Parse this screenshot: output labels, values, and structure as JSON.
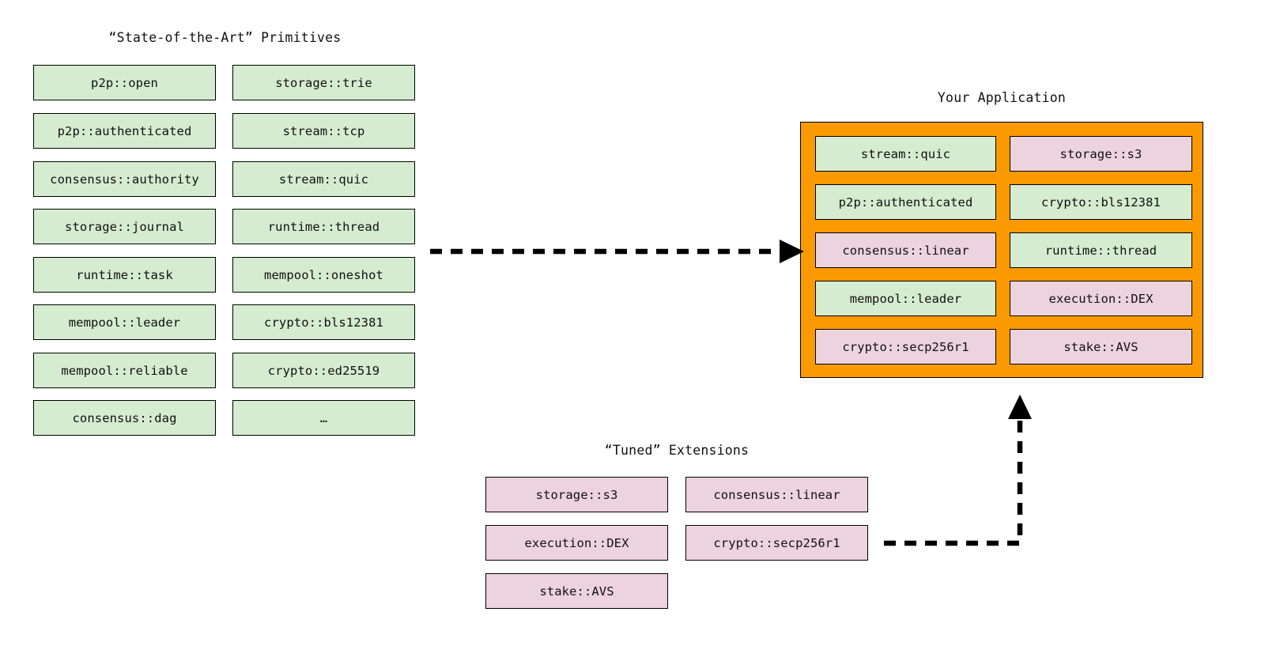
{
  "diagram": {
    "title_primitives": "“State-of-the-Art” Primitives",
    "title_application": "Your Application",
    "title_extensions": "“Tuned” Extensions",
    "colors": {
      "primitive_fill": "#d5ecd0",
      "extension_fill": "#ecd3de",
      "application_frame": "#fb9a00",
      "outline": "#000000",
      "background": "#ffffff"
    }
  },
  "primitives": {
    "column1": [
      {
        "label": "p2p::open",
        "kind": "primitive"
      },
      {
        "label": "p2p::authenticated",
        "kind": "primitive"
      },
      {
        "label": "consensus::authority",
        "kind": "primitive"
      },
      {
        "label": "storage::journal",
        "kind": "primitive"
      },
      {
        "label": "runtime::task",
        "kind": "primitive"
      },
      {
        "label": "mempool::leader",
        "kind": "primitive"
      },
      {
        "label": "mempool::reliable",
        "kind": "primitive"
      },
      {
        "label": "consensus::dag",
        "kind": "primitive"
      }
    ],
    "column2": [
      {
        "label": "storage::trie",
        "kind": "primitive"
      },
      {
        "label": "stream::tcp",
        "kind": "primitive"
      },
      {
        "label": "stream::quic",
        "kind": "primitive"
      },
      {
        "label": "runtime::thread",
        "kind": "primitive"
      },
      {
        "label": "mempool::oneshot",
        "kind": "primitive"
      },
      {
        "label": "crypto::bls12381",
        "kind": "primitive"
      },
      {
        "label": "crypto::ed25519",
        "kind": "primitive"
      },
      {
        "label": "…",
        "kind": "primitive"
      }
    ]
  },
  "application": {
    "column1": [
      {
        "label": "stream::quic",
        "kind": "primitive"
      },
      {
        "label": "p2p::authenticated",
        "kind": "primitive"
      },
      {
        "label": "consensus::linear",
        "kind": "extension"
      },
      {
        "label": "mempool::leader",
        "kind": "primitive"
      },
      {
        "label": "crypto::secp256r1",
        "kind": "extension"
      }
    ],
    "column2": [
      {
        "label": "storage::s3",
        "kind": "extension"
      },
      {
        "label": "crypto::bls12381",
        "kind": "primitive"
      },
      {
        "label": "runtime::thread",
        "kind": "primitive"
      },
      {
        "label": "execution::DEX",
        "kind": "extension"
      },
      {
        "label": "stake::AVS",
        "kind": "extension"
      }
    ]
  },
  "extensions": {
    "column1": [
      {
        "label": "storage::s3",
        "kind": "extension"
      },
      {
        "label": "execution::DEX",
        "kind": "extension"
      },
      {
        "label": "stake::AVS",
        "kind": "extension"
      }
    ],
    "column2": [
      {
        "label": "consensus::linear",
        "kind": "extension"
      },
      {
        "label": "crypto::secp256r1",
        "kind": "extension"
      }
    ]
  },
  "arrows": [
    {
      "name": "primitives-to-application",
      "style": "dashed",
      "direction": "right"
    },
    {
      "name": "extensions-to-application",
      "style": "dashed",
      "direction": "up"
    }
  ]
}
